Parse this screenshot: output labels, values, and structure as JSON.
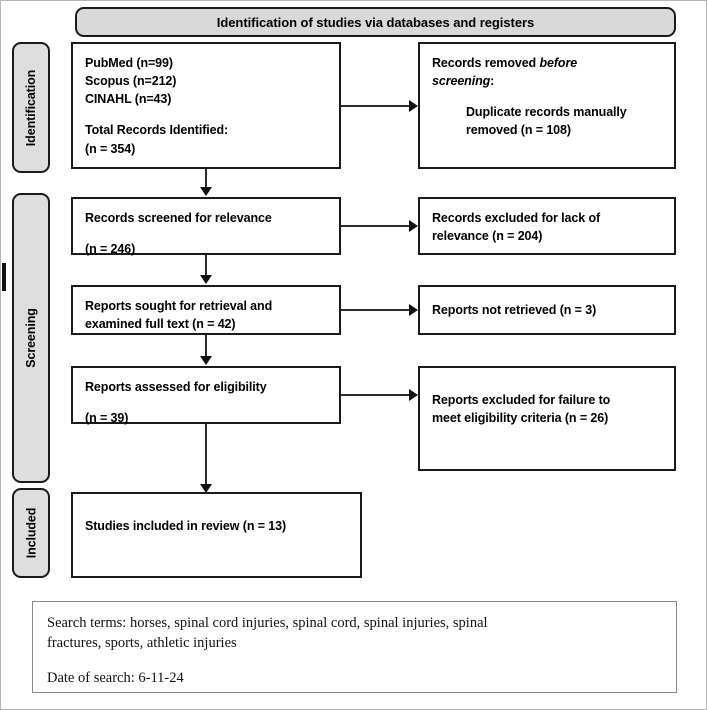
{
  "diagram": {
    "type": "prisma-flow-diagram",
    "header": {
      "title": "Identification of studies via databases and registers"
    },
    "stages": [
      {
        "id": "identification",
        "label": "Identification"
      },
      {
        "id": "screening",
        "label": "Screening"
      },
      {
        "id": "included",
        "label": "Included"
      }
    ],
    "boxes": {
      "records_identified": {
        "line1": "PubMed (n=99)",
        "line2": "Scopus (n=212)",
        "line3": "CINAHL (n=43)",
        "line4": "Total Records Identified:",
        "line5": "(n = 354)"
      },
      "records_removed": {
        "line1_prefix": "Records removed ",
        "line1_italic": "before",
        "line2_italic": "screening",
        "line2_suffix": ":",
        "line3": "Duplicate records manually",
        "line4": "removed (n = 108)"
      },
      "records_screened": {
        "line1": "Records screened for relevance",
        "line2": "(n = 246)"
      },
      "records_excluded": {
        "line1": "Records excluded for lack of",
        "line2": "relevance (n = 204)"
      },
      "reports_sought": {
        "line1": "Reports sought for retrieval and",
        "line2": "examined full text (n = 42)"
      },
      "reports_not_retrieved": {
        "line1": "Reports not retrieved (n = 3)"
      },
      "reports_assessed": {
        "line1": "Reports assessed for eligibility",
        "line2": "(n = 39)"
      },
      "reports_excluded": {
        "line1": "Reports excluded for failure to",
        "line2": "meet eligibility criteria (n = 26)"
      },
      "studies_included": {
        "line1": "Studies included in review (n = 13)"
      }
    },
    "footer": {
      "search_terms_line1": "Search terms: horses, spinal cord injuries, spinal cord, spinal injuries, spinal",
      "search_terms_line2": "fractures, sports, athletic injuries",
      "date_of_search": "Date of search: 6-11-24"
    },
    "colors": {
      "banner_fill": "#d9d9d9",
      "stage_fill": "#dedede",
      "border": "#1a1a1a",
      "connector": "#2b2b2b",
      "note_border": "#8a8a8a",
      "frame": "#b5b5b5"
    }
  },
  "chart_data": {
    "type": "diagram",
    "title": "Identification of studies via databases and registers",
    "nodes": [
      {
        "id": "records_identified",
        "stage": "Identification",
        "label": "PubMed (n=99); Scopus (n=212); CINAHL (n=43); Total Records Identified: (n = 354)",
        "value": 354
      },
      {
        "id": "records_removed",
        "stage": "Identification",
        "label": "Duplicate records manually removed",
        "value": 108
      },
      {
        "id": "records_screened",
        "stage": "Screening",
        "label": "Records screened for relevance",
        "value": 246
      },
      {
        "id": "records_excluded",
        "stage": "Screening",
        "label": "Records excluded for lack of relevance",
        "value": 204
      },
      {
        "id": "reports_sought",
        "stage": "Screening",
        "label": "Reports sought for retrieval and examined full text",
        "value": 42
      },
      {
        "id": "reports_not_retrieved",
        "stage": "Screening",
        "label": "Reports not retrieved",
        "value": 3
      },
      {
        "id": "reports_assessed",
        "stage": "Screening",
        "label": "Reports assessed for eligibility",
        "value": 39
      },
      {
        "id": "reports_excluded",
        "stage": "Screening",
        "label": "Reports excluded for failure to meet eligibility criteria",
        "value": 26
      },
      {
        "id": "studies_included",
        "stage": "Included",
        "label": "Studies included in review",
        "value": 13
      }
    ],
    "edges": [
      {
        "from": "records_identified",
        "to": "records_removed",
        "direction": "right"
      },
      {
        "from": "records_identified",
        "to": "records_screened",
        "direction": "down"
      },
      {
        "from": "records_screened",
        "to": "records_excluded",
        "direction": "right"
      },
      {
        "from": "records_screened",
        "to": "reports_sought",
        "direction": "down"
      },
      {
        "from": "reports_sought",
        "to": "reports_not_retrieved",
        "direction": "right"
      },
      {
        "from": "reports_sought",
        "to": "reports_assessed",
        "direction": "down"
      },
      {
        "from": "reports_assessed",
        "to": "reports_excluded",
        "direction": "right"
      },
      {
        "from": "reports_assessed",
        "to": "studies_included",
        "direction": "down"
      }
    ]
  }
}
